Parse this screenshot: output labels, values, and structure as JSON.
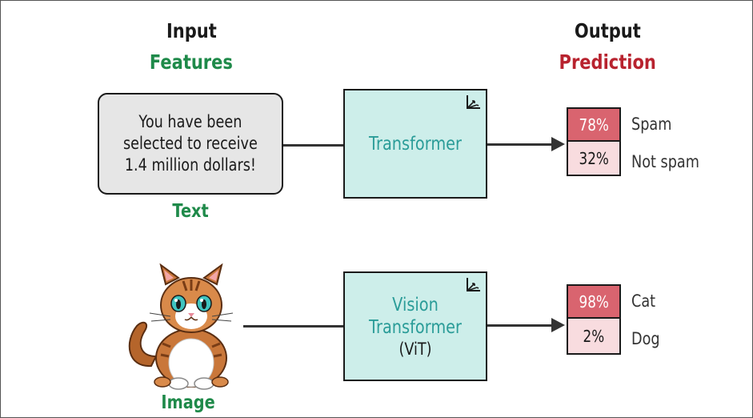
{
  "headers": {
    "input": "Input",
    "features": "Features",
    "output": "Output",
    "prediction": "Prediction"
  },
  "colors": {
    "features_green": "#1f8a4a",
    "prediction_red": "#b8232f",
    "model_fill": "#cdeeea",
    "model_text": "#2a9c98",
    "high_prob_fill": "#d9646f",
    "low_prob_fill": "#f8dcdf",
    "input_box_fill": "#e6e6e6"
  },
  "text_example": {
    "message_lines": [
      "You have been",
      "selected to receive",
      "1.4 million dollars!"
    ],
    "caption": "Text",
    "model_name": "Transformer",
    "model_icon": "axes-icon",
    "outputs": [
      {
        "prob": "78%",
        "label": "Spam"
      },
      {
        "prob": "32%",
        "label": "Not spam"
      }
    ]
  },
  "image_example": {
    "image_icon": "cat-image",
    "caption": "Image",
    "model_lines": [
      "Vision",
      "Transformer"
    ],
    "model_sub": "(ViT)",
    "model_icon": "axes-icon",
    "outputs": [
      {
        "prob": "98%",
        "label": "Cat"
      },
      {
        "prob": "2%",
        "label": "Dog"
      }
    ]
  }
}
